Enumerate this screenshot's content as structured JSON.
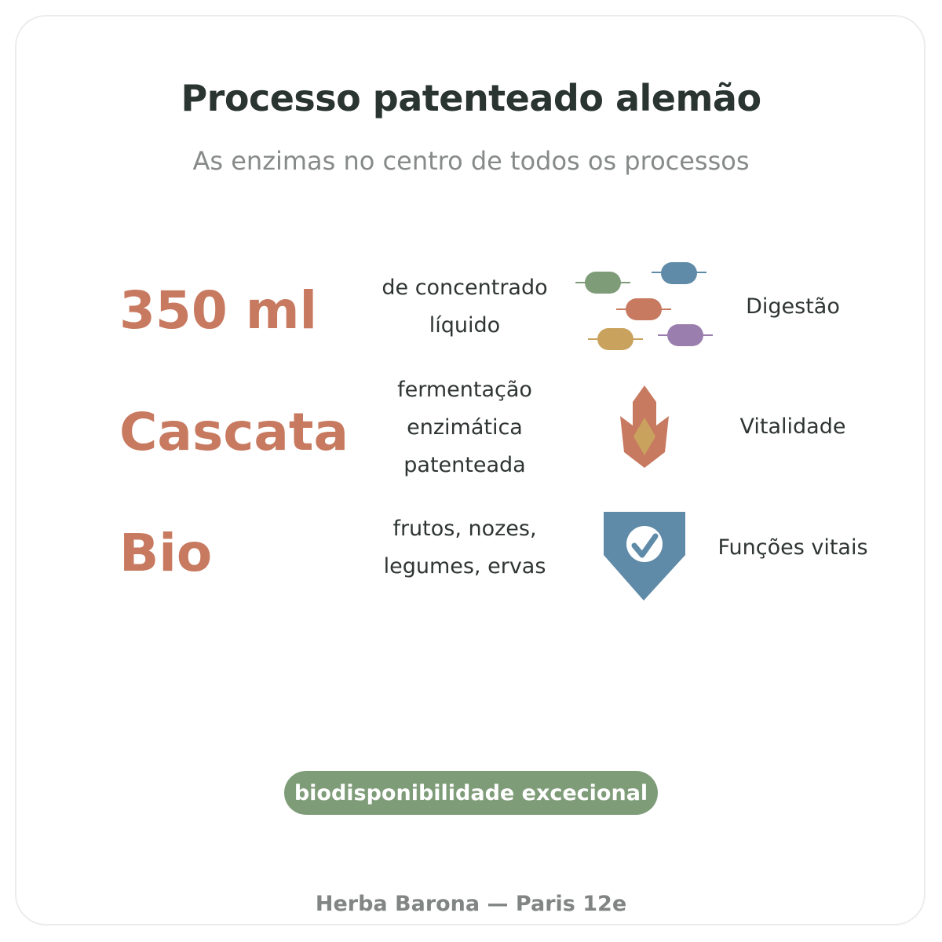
{
  "header": {
    "title": "Processo patenteado alemão",
    "subtitle": "As enzimas no centro de todos os processos"
  },
  "rows": [
    {
      "value": "350 ml",
      "description": "de concentrado líquido",
      "icon": "enzyme-capsules-icon",
      "benefit": "Digestão"
    },
    {
      "value": "Cascata",
      "description": "fermentação enzimática patenteada",
      "icon": "flame-icon",
      "benefit": "Vitalidade"
    },
    {
      "value": "Bio",
      "description": "frutos, nozes, legumes, ervas",
      "icon": "shield-check-icon",
      "benefit": "Funções vitais"
    }
  ],
  "badge": {
    "label": "biodisponibilidade excecional"
  },
  "footer": {
    "text": "Herba Barona — Paris 12e"
  },
  "colors": {
    "accent": "#c87a60",
    "green": "#7f9c79",
    "blue": "#5f8ba8",
    "gold": "#c9a35e",
    "purple": "#9a7fae",
    "text": "#2a3430",
    "muted": "#868a88"
  }
}
